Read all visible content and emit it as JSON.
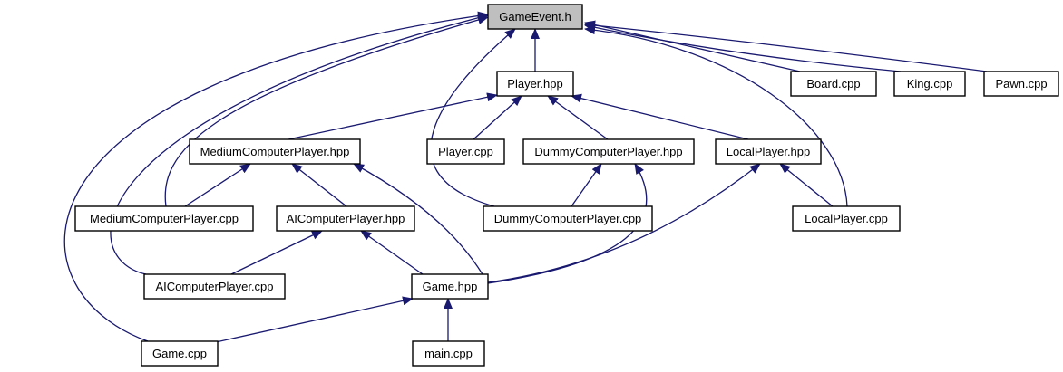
{
  "diagram": {
    "colors": {
      "edge": "#191970",
      "node_fill": "#ffffff",
      "highlight_fill": "#bfbfbf",
      "border": "#000000"
    },
    "nodes": {
      "gameevent_h": {
        "label": "GameEvent.h",
        "highlight": true
      },
      "player_hpp": {
        "label": "Player.hpp"
      },
      "board_cpp": {
        "label": "Board.cpp"
      },
      "king_cpp": {
        "label": "King.cpp"
      },
      "pawn_cpp": {
        "label": "Pawn.cpp"
      },
      "medium_hpp": {
        "label": "MediumComputerPlayer.hpp"
      },
      "player_cpp": {
        "label": "Player.cpp"
      },
      "dummy_hpp": {
        "label": "DummyComputerPlayer.hpp"
      },
      "local_hpp": {
        "label": "LocalPlayer.hpp"
      },
      "medium_cpp": {
        "label": "MediumComputerPlayer.cpp"
      },
      "ai_hpp": {
        "label": "AIComputerPlayer.hpp"
      },
      "dummy_cpp": {
        "label": "DummyComputerPlayer.cpp"
      },
      "local_cpp": {
        "label": "LocalPlayer.cpp"
      },
      "ai_cpp": {
        "label": "AIComputerPlayer.cpp"
      },
      "game_hpp": {
        "label": "Game.hpp"
      },
      "game_cpp": {
        "label": "Game.cpp"
      },
      "main_cpp": {
        "label": "main.cpp"
      }
    },
    "edges": [
      [
        "player_hpp",
        "gameevent_h"
      ],
      [
        "board_cpp",
        "gameevent_h"
      ],
      [
        "king_cpp",
        "gameevent_h"
      ],
      [
        "pawn_cpp",
        "gameevent_h"
      ],
      [
        "medium_cpp",
        "gameevent_h"
      ],
      [
        "ai_cpp",
        "gameevent_h"
      ],
      [
        "game_cpp",
        "gameevent_h"
      ],
      [
        "dummy_cpp",
        "gameevent_h"
      ],
      [
        "local_cpp",
        "gameevent_h"
      ],
      [
        "medium_hpp",
        "player_hpp"
      ],
      [
        "player_cpp",
        "player_hpp"
      ],
      [
        "dummy_hpp",
        "player_hpp"
      ],
      [
        "local_hpp",
        "player_hpp"
      ],
      [
        "medium_cpp",
        "medium_hpp"
      ],
      [
        "ai_hpp",
        "medium_hpp"
      ],
      [
        "game_hpp",
        "medium_hpp"
      ],
      [
        "dummy_cpp",
        "dummy_hpp"
      ],
      [
        "game_hpp",
        "dummy_hpp"
      ],
      [
        "local_cpp",
        "local_hpp"
      ],
      [
        "game_hpp",
        "local_hpp"
      ],
      [
        "ai_cpp",
        "ai_hpp"
      ],
      [
        "game_hpp",
        "ai_hpp"
      ],
      [
        "game_cpp",
        "game_hpp"
      ],
      [
        "main_cpp",
        "game_hpp"
      ]
    ]
  }
}
